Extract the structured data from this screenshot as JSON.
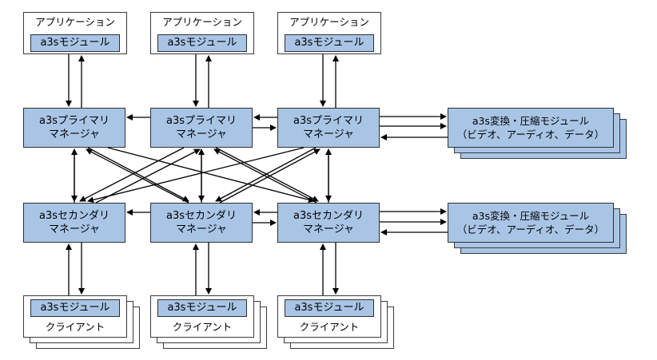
{
  "applications": [
    {
      "title": "アプリケーション",
      "module": "a3sモジュール"
    },
    {
      "title": "アプリケーション",
      "module": "a3sモジュール"
    },
    {
      "title": "アプリケーション",
      "module": "a3sモジュール"
    }
  ],
  "primary_managers": [
    {
      "line1": "a3sプライマリ",
      "line2": "マネージャ"
    },
    {
      "line1": "a3sプライマリ",
      "line2": "マネージャ"
    },
    {
      "line1": "a3sプライマリ",
      "line2": "マネージャ"
    }
  ],
  "secondary_managers": [
    {
      "line1": "a3sセカンダリ",
      "line2": "マネージャ"
    },
    {
      "line1": "a3sセカンダリ",
      "line2": "マネージャ"
    },
    {
      "line1": "a3sセカンダリ",
      "line2": "マネージャ"
    }
  ],
  "conversion_modules": [
    {
      "line1": "a3s変換・圧縮モジュール",
      "line2": "（ビデオ、アーディオ、データ）"
    },
    {
      "line1": "a3s変換・圧縮モジュール",
      "line2": "（ビデオ、アーディオ、データ）"
    }
  ],
  "clients": [
    {
      "module": "a3sモジュール",
      "title": "クライアント"
    },
    {
      "module": "a3sモジュール",
      "title": "クライアント"
    },
    {
      "module": "a3sモジュール",
      "title": "クライアント"
    }
  ],
  "colors": {
    "box_fill": "#a9c5e6",
    "line": "#000000"
  }
}
